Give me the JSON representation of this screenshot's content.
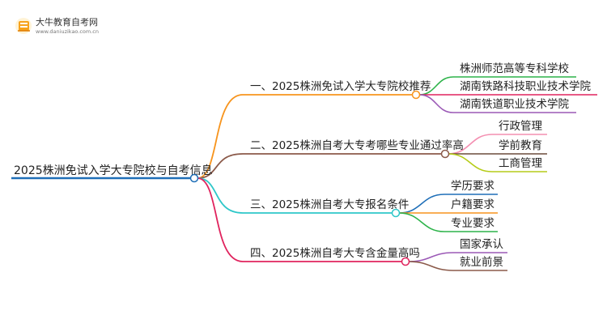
{
  "logo": {
    "title": "大牛教育自考网",
    "url": "www.daniuzikao.com.cn"
  },
  "root": {
    "label": "2025株洲免试入学大专院校与自考信息"
  },
  "branches": [
    {
      "label": "一、2025株洲免试入学大专院校推荐",
      "color": "#f7941d",
      "leaves": [
        {
          "label": "株洲师范高等专科学校",
          "color": "#2db34a"
        },
        {
          "label": "湖南铁路科技职业技术学院",
          "color": "#e0245e"
        },
        {
          "label": "湖南铁道职业技术学院",
          "color": "#9b59b6"
        }
      ]
    },
    {
      "label": "二、2025株洲自考大专考哪些专业通过率高",
      "color": "#8b5a4a",
      "leaves": [
        {
          "label": "行政管理",
          "color": "#f48fb1"
        },
        {
          "label": "学前教育",
          "color": "#6b4c3b"
        },
        {
          "label": "工商管理",
          "color": "#b5cc18"
        }
      ]
    },
    {
      "label": "三、2025株洲自考大专报名条件",
      "color": "#2ec7c9",
      "leaves": [
        {
          "label": "学历要求",
          "color": "#1f6fb8"
        },
        {
          "label": "户籍要求",
          "color": "#f7941d"
        },
        {
          "label": "专业要求",
          "color": "#2db34a"
        }
      ]
    },
    {
      "label": "四、2025株洲自考大专含金量高吗",
      "color": "#e0245e",
      "leaves": [
        {
          "label": "国家承认",
          "color": "#9b59b6"
        },
        {
          "label": "就业前景",
          "color": "#8b5a4a"
        }
      ]
    }
  ],
  "root_color": "#1f6fb8"
}
